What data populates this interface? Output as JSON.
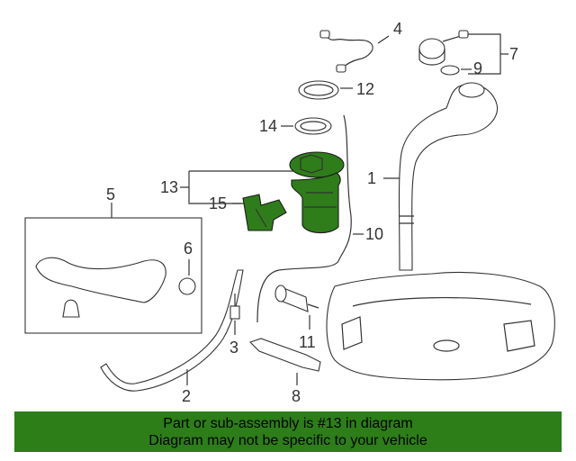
{
  "callouts": [
    {
      "id": "1",
      "label": "1"
    },
    {
      "id": "2",
      "label": "2"
    },
    {
      "id": "3",
      "label": "3"
    },
    {
      "id": "4",
      "label": "4"
    },
    {
      "id": "5",
      "label": "5"
    },
    {
      "id": "6",
      "label": "6"
    },
    {
      "id": "7",
      "label": "7"
    },
    {
      "id": "8",
      "label": "8"
    },
    {
      "id": "9",
      "label": "9"
    },
    {
      "id": "10",
      "label": "10"
    },
    {
      "id": "11",
      "label": "11"
    },
    {
      "id": "12",
      "label": "12"
    },
    {
      "id": "13",
      "label": "13"
    },
    {
      "id": "14",
      "label": "14"
    },
    {
      "id": "15",
      "label": "15"
    }
  ],
  "highlighted_parts": [
    "13",
    "15"
  ],
  "colors": {
    "highlight": "#2e7d1a",
    "banner": "#2d7d18",
    "lines": "#333333"
  },
  "banner": {
    "line1": "Part or sub-assembly is #13 in diagram",
    "line2": "Diagram may not be specific to your vehicle"
  }
}
